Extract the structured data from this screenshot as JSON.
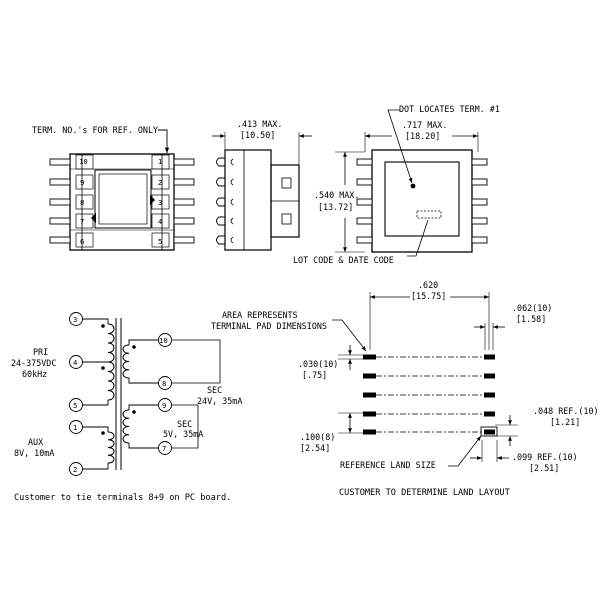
{
  "colors": {
    "ink": "#000000",
    "paper": "#ffffff"
  },
  "views": {
    "terminal_note": "TERM. NO.'s FOR REF. ONLY",
    "left_terminals": [
      "10",
      "9",
      "8",
      "7",
      "6"
    ],
    "right_terminals": [
      "1",
      "2",
      "3",
      "4",
      "5"
    ],
    "side_width_in": ".413 MAX.",
    "side_width_mm": "[10.50]",
    "dot_note": "DOT LOCATES TERM. #1",
    "top_width_in": ".717 MAX.",
    "top_width_mm": "[18.20]",
    "top_height_in": ".540 MAX.",
    "top_height_mm": "[13.72]",
    "lot_code": "LOT CODE & DATE CODE"
  },
  "schematic": {
    "pins": [
      "3",
      "4",
      "5",
      "1",
      "2",
      "10",
      "8",
      "9",
      "7"
    ],
    "pri_title": "PRI",
    "pri_voltage": "24-375VDC",
    "pri_freq": "60kHz",
    "aux_title": "AUX",
    "aux_rating": "8V, 10mA",
    "sec1_title": "SEC",
    "sec1_rating": "24V, 35mA",
    "sec2_title": "SEC",
    "sec2_rating": "5V, 35mA",
    "footnote": "Customer to tie terminals 8+9 on PC board."
  },
  "land": {
    "area_note_1": "AREA REPRESENTS",
    "area_note_2": "TERMINAL PAD DIMENSIONS",
    "pitch_in": ".620",
    "pitch_mm": "[15.75]",
    "pad_w_in": ".062(10)",
    "pad_w_mm": "[1.58]",
    "pad_h_in": ".030(10)",
    "pad_h_mm": "[.75]",
    "spacing_in": ".100(8)",
    "spacing_mm": "[2.54]",
    "ref_w_in": ".048 REF.(10)",
    "ref_w_mm": "[1.21]",
    "ref_l_in": ".099 REF.(10)",
    "ref_l_mm": "[2.51]",
    "ref_note": "REFERENCE LAND SIZE",
    "footnote": "CUSTOMER TO DETERMINE LAND LAYOUT"
  }
}
